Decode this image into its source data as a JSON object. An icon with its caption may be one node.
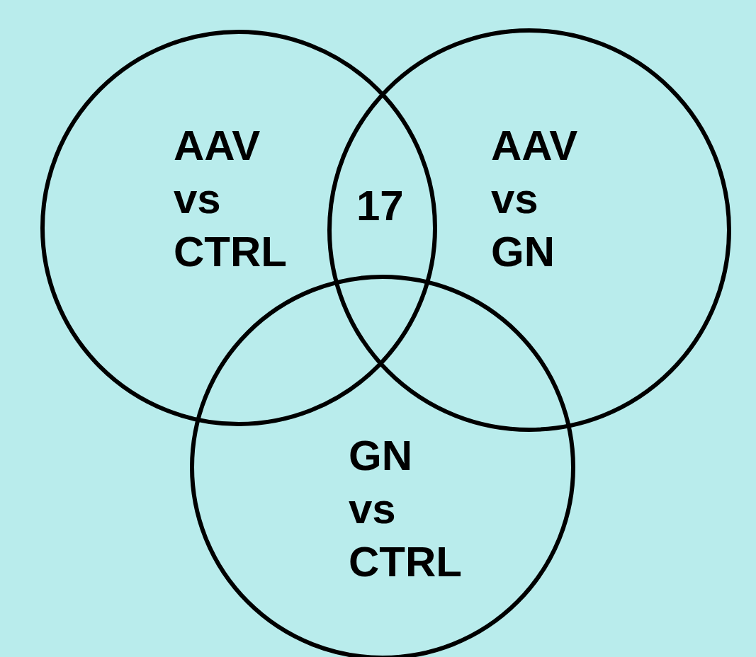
{
  "diagram": {
    "nodes": [
      {
        "text": [
          "AAV vs CTRL"
        ]
      },
      {
        "text": [
          "AAV vs GN"
        ]
      },
      {
        "text": [
          "GN vs CTRL"
        ]
      }
    ],
    "labels": [
      "17"
    ]
  }
}
